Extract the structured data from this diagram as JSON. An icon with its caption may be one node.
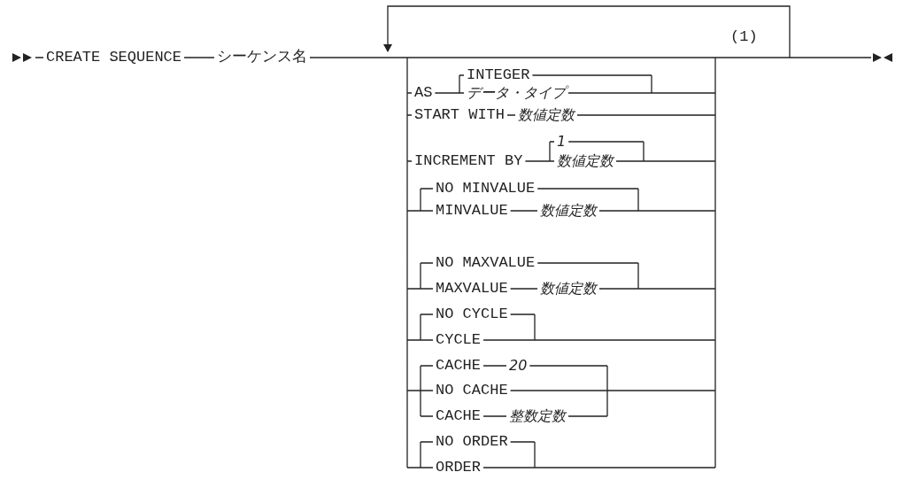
{
  "diagram": {
    "labels": [
      "CREATE SEQUENCE",
      "シーケンス名",
      "(1)",
      "INTEGER",
      "AS",
      "データ・タイプ",
      "START WITH",
      "数値定数",
      "1",
      "INCREMENT BY",
      "数値定数",
      "NO MINVALUE",
      "MINVALUE",
      "数値定数",
      "NO MAXVALUE",
      "MAXVALUE",
      "数値定数",
      "NO CYCLE",
      "CYCLE",
      "CACHE",
      "20",
      "NO CACHE",
      "CACHE",
      "整数定数",
      "NO ORDER",
      "ORDER"
    ]
  }
}
